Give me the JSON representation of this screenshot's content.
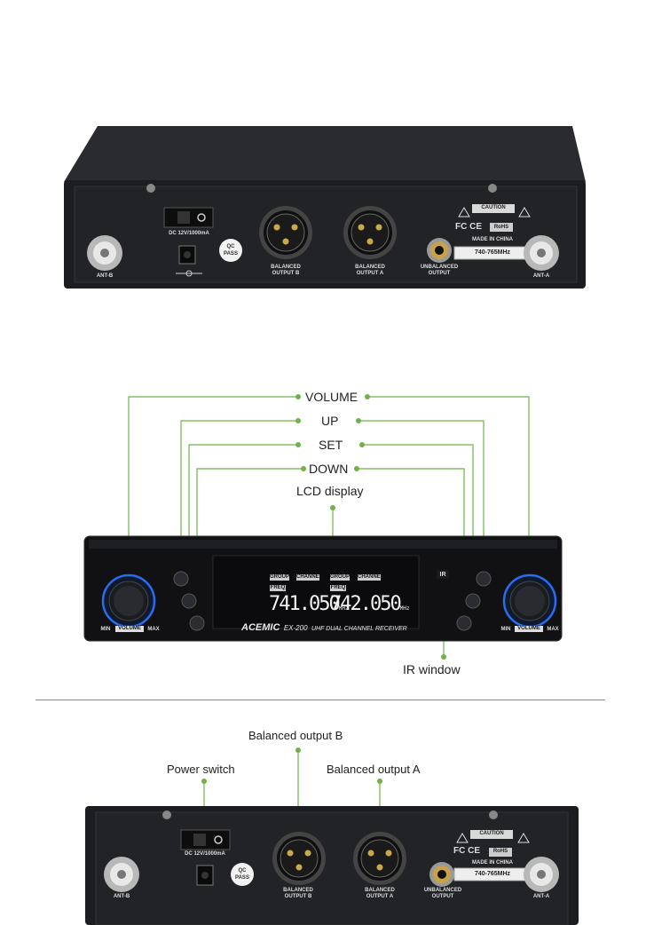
{
  "rear_panel": {
    "ant_b": "ANT-B",
    "ant_a": "ANT-A",
    "power_spec": "DC 12V/1000mA",
    "qc_top": "QC",
    "qc_bottom": "PASS",
    "balanced_b": "BALANCED OUTPUT B",
    "balanced_a": "BALANCED OUTPUT A",
    "unbalanced": "UNBALANCED OUTPUT",
    "caution": "CAUTION",
    "fc": "FC",
    "ce": "CE",
    "rohs": "RoHS",
    "made_in": "MADE IN CHINA",
    "freq_band": "740-765MHz"
  },
  "front_callouts": {
    "volume": "VOLUME",
    "up": "UP",
    "set": "SET",
    "down": "DOWN",
    "lcd": "LCD display",
    "ir": "IR window"
  },
  "front_panel": {
    "brand": "ACEMIC",
    "model": "EX-200",
    "description": "UHF DUAL CHANNEL RECEIVER",
    "vol_min": "MIN",
    "vol_label": "VOLUME",
    "vol_max": "MAX",
    "lcd_group": "GROUP",
    "lcd_channel": "CHANNEL",
    "lcd_freq": "FREQ",
    "lcd_freq_a": "741.050",
    "lcd_freq_b": "742.050",
    "lcd_unit": "MHz",
    "ir_text": "IR"
  },
  "rear_callouts": {
    "balanced_b": "Balanced output B",
    "power": "Power switch",
    "balanced_a": "Balanced output A"
  },
  "colors": {
    "callout_green": "#6db34a",
    "chassis": "#1c1d20",
    "panel_black": "#111114",
    "knob_blue": "#2a6cf0"
  }
}
